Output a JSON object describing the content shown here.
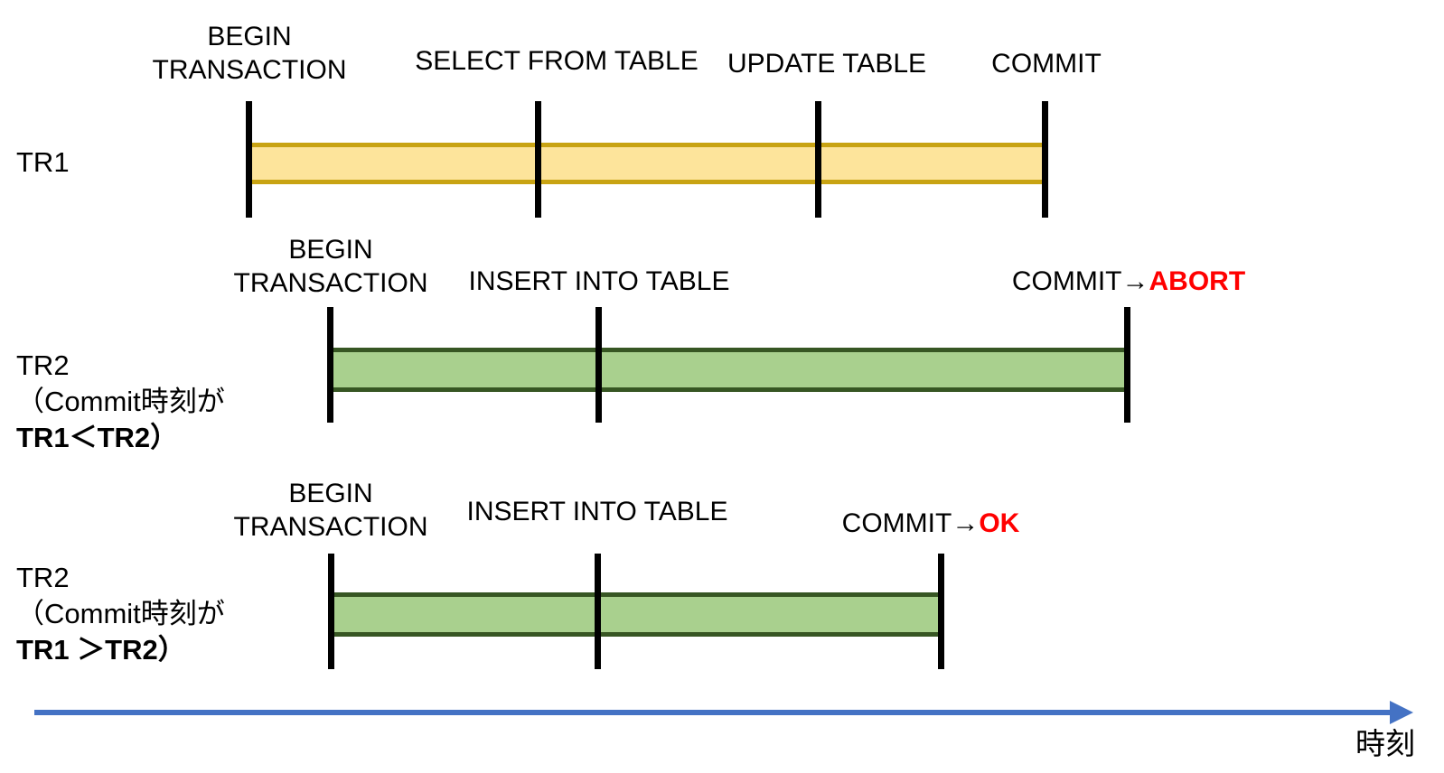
{
  "diagram": {
    "title": "Transaction timeline diagram",
    "colors": {
      "tr1_bar_fill": "#FDE49B",
      "tr1_bar_border": "#C8A313",
      "tr2_bar_fill": "#A9D08E",
      "tr2_bar_border": "#375623",
      "tick": "#000000",
      "axis": "#4472C4",
      "accent": "#FF0000"
    },
    "rows": [
      {
        "id": "tr1",
        "label_lines": [
          {
            "text": "TR1",
            "bold": false
          }
        ],
        "bar_color": "yellow",
        "events": [
          {
            "id": "begin",
            "lines": [
              {
                "text": "BEGIN",
                "bold": false
              },
              {
                "text": "TRANSACTION",
                "bold": false
              }
            ]
          },
          {
            "id": "select",
            "lines": [
              {
                "text": "SELECT FROM TABLE",
                "bold": false
              }
            ]
          },
          {
            "id": "update",
            "lines": [
              {
                "text": "UPDATE TABLE",
                "bold": false
              }
            ]
          },
          {
            "id": "commit",
            "lines": [
              {
                "text": "COMMIT",
                "bold": false
              }
            ]
          }
        ]
      },
      {
        "id": "tr2-abort",
        "label_lines": [
          {
            "text": "TR2",
            "bold": false
          },
          {
            "text": "（Commit時刻が",
            "bold": false
          },
          {
            "text": "TR1＜TR2）",
            "bold": true
          }
        ],
        "bar_color": "green",
        "events": [
          {
            "id": "begin",
            "lines": [
              {
                "text": "BEGIN",
                "bold": false
              },
              {
                "text": "TRANSACTION",
                "bold": false
              }
            ]
          },
          {
            "id": "insert",
            "lines": [
              {
                "text": "INSERT INTO TABLE",
                "bold": false
              }
            ]
          },
          {
            "id": "commit",
            "plain": "COMMIT→",
            "accent": "ABORT"
          }
        ]
      },
      {
        "id": "tr2-ok",
        "label_lines": [
          {
            "text": "TR2",
            "bold": false
          },
          {
            "text": "（Commit時刻が",
            "bold": false
          },
          {
            "text": "TR1 ＞TR2）",
            "bold": true
          }
        ],
        "bar_color": "green",
        "events": [
          {
            "id": "begin",
            "lines": [
              {
                "text": "BEGIN",
                "bold": false
              },
              {
                "text": "TRANSACTION",
                "bold": false
              }
            ]
          },
          {
            "id": "insert",
            "lines": [
              {
                "text": "INSERT INTO TABLE",
                "bold": false
              }
            ]
          },
          {
            "id": "commit",
            "plain": "COMMIT→",
            "accent": "OK"
          }
        ]
      }
    ],
    "axis": {
      "label": "時刻"
    }
  },
  "row1": {
    "label": "TR1",
    "ev_begin_l1": "BEGIN",
    "ev_begin_l2": "TRANSACTION",
    "ev_select": "SELECT FROM TABLE",
    "ev_update": "UPDATE TABLE",
    "ev_commit": "COMMIT"
  },
  "row2": {
    "label_l1": "TR2",
    "label_l2": "（Commit時刻が",
    "label_l3": "TR1＜TR2）",
    "ev_begin_l1": "BEGIN",
    "ev_begin_l2": "TRANSACTION",
    "ev_insert": "INSERT INTO TABLE",
    "ev_commit_plain": "COMMIT→",
    "ev_commit_accent": "ABORT"
  },
  "row3": {
    "label_l1": "TR2",
    "label_l2": "（Commit時刻が",
    "label_l3": "TR1 ＞TR2）",
    "ev_begin_l1": "BEGIN",
    "ev_begin_l2": "TRANSACTION",
    "ev_insert": "INSERT INTO TABLE",
    "ev_commit_plain": "COMMIT→",
    "ev_commit_accent": "OK"
  },
  "axis": {
    "label": "時刻"
  }
}
